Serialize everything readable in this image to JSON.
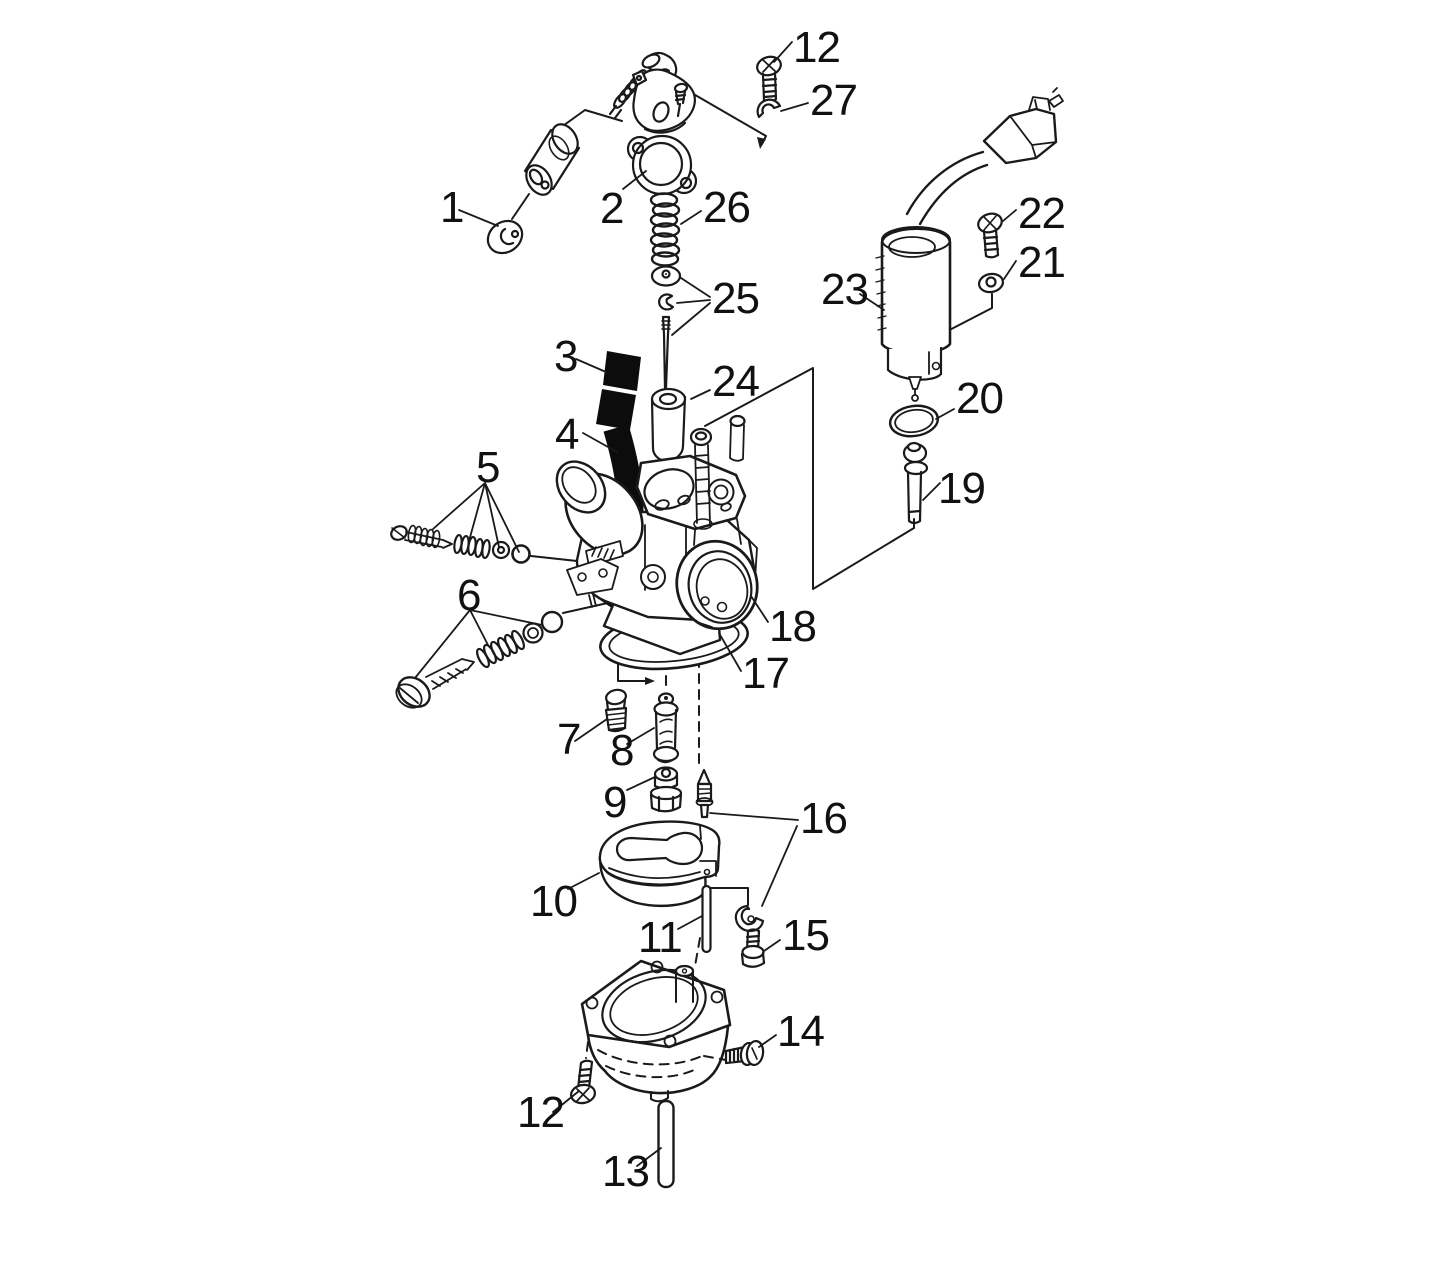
{
  "figure": {
    "title": "Carburetor exploded parts diagram",
    "background_color": "#ffffff",
    "line_color": "#1a1a1a",
    "solid_black": "#0c0c0c"
  },
  "labels": [
    {
      "id": "12-top",
      "text": "12"
    },
    {
      "id": "27",
      "text": "27"
    },
    {
      "id": "1",
      "text": "1"
    },
    {
      "id": "2",
      "text": "2"
    },
    {
      "id": "26",
      "text": "26"
    },
    {
      "id": "22",
      "text": "22"
    },
    {
      "id": "21",
      "text": "21"
    },
    {
      "id": "23",
      "text": "23"
    },
    {
      "id": "25",
      "text": "25"
    },
    {
      "id": "3",
      "text": "3"
    },
    {
      "id": "24",
      "text": "24"
    },
    {
      "id": "20",
      "text": "20"
    },
    {
      "id": "4",
      "text": "4"
    },
    {
      "id": "5",
      "text": "5"
    },
    {
      "id": "19",
      "text": "19"
    },
    {
      "id": "6",
      "text": "6"
    },
    {
      "id": "18",
      "text": "18"
    },
    {
      "id": "17",
      "text": "17"
    },
    {
      "id": "7",
      "text": "7"
    },
    {
      "id": "8",
      "text": "8"
    },
    {
      "id": "9",
      "text": "9"
    },
    {
      "id": "16",
      "text": "16"
    },
    {
      "id": "10",
      "text": "10"
    },
    {
      "id": "11",
      "text": "11"
    },
    {
      "id": "15",
      "text": "15"
    },
    {
      "id": "14",
      "text": "14"
    },
    {
      "id": "12-bottom",
      "text": "12"
    },
    {
      "id": "13",
      "text": "13"
    }
  ]
}
